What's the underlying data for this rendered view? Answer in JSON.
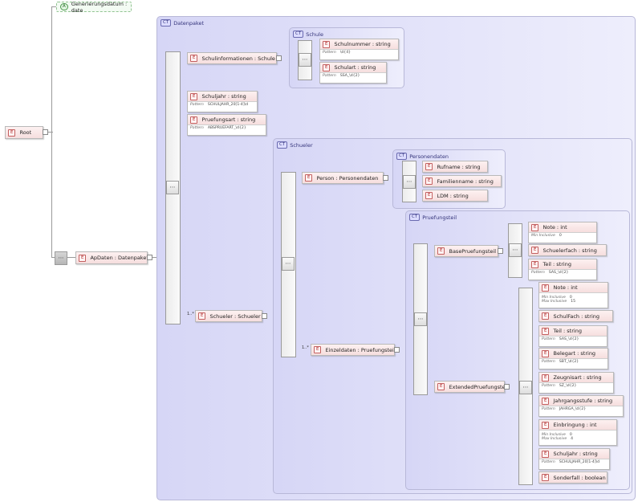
{
  "root": {
    "tag": "E",
    "name": "Root"
  },
  "generation_attr": {
    "tag": "A",
    "label": "Generierungsdatum : date"
  },
  "apdaten": {
    "tag": "E",
    "label": "ApDaten : Datenpaket"
  },
  "ct_tag": "CT",
  "el_tag": "E",
  "datenpaket": {
    "title": "Datenpaket",
    "schulinformationen": "Schulinformationen : Schule",
    "schuljahr": {
      "label": "Schuljahr : string",
      "facet_key": "Pattern",
      "facet_value": "SCHULJAHR_20[1-4]\\d"
    },
    "pruefungsart": {
      "label": "Pruefungsart : string",
      "facet_key": "Pattern",
      "facet_value": "ABSPRUEFART_\\d{2}"
    },
    "schueler": {
      "label": "Schueler : Schueler",
      "card": "1..*"
    }
  },
  "schule": {
    "title": "Schule",
    "schulnummer": {
      "label": "Schulnummer : string",
      "facet_key": "Pattern",
      "facet_value": "\\d{4}"
    },
    "schulart": {
      "label": "Schulart : string",
      "facet_key": "Pattern",
      "facet_value": "SSA_\\d{2}"
    }
  },
  "schueler_ct": {
    "title": "Schueler",
    "person": "Person : Personendaten",
    "einzeldaten": {
      "label": "Einzeldaten : Pruefungsteil",
      "card": "1..*"
    }
  },
  "personendaten": {
    "title": "Personendaten",
    "rufname": "Rufname : string",
    "familienname": "Familienname : string",
    "ldm": "LDM : string"
  },
  "pruefungsteil": {
    "title": "Pruefungsteil",
    "base": "BasePruefungsteil",
    "extended": "ExtendedPruefungsteil"
  },
  "base_items": {
    "note": {
      "label": "Note : int",
      "facet_key": "Min Inclusive",
      "facet_value": "0"
    },
    "schuelerfach": "Schuelerfach : string",
    "teil": {
      "label": "Teil : string",
      "facet_key": "Pattern",
      "facet_value": "SAS_\\d{2}"
    }
  },
  "ext_items": {
    "note": {
      "label": "Note : int",
      "facets": [
        [
          "Min Inclusive",
          "0"
        ],
        [
          "Max Inclusive",
          "15"
        ]
      ]
    },
    "schulfach": "SchulFach : string",
    "teil": {
      "label": "Teil : string",
      "facet_key": "Pattern",
      "facet_value": "SAS_\\d{2}"
    },
    "belegart": {
      "label": "Belegart : string",
      "facet_key": "Pattern",
      "facet_value": "SBT_\\d{2}"
    },
    "zeugnisart": {
      "label": "Zeugnisart : string",
      "facet_key": "Pattern",
      "facet_value": "SZ_\\d{2}"
    },
    "jahrgangsstufe": {
      "label": "Jahrgangsstufe : string",
      "facet_key": "Pattern",
      "facet_value": "JAHRGA_\\d{2}"
    },
    "einbringung": {
      "label": "Einbringung : int",
      "facets": [
        [
          "Min Inclusive",
          "0"
        ],
        [
          "Max Inclusive",
          "4"
        ]
      ]
    },
    "schuljahr": {
      "label": "Schuljahr : string",
      "facet_key": "Pattern",
      "facet_value": "SCHULJAHR_20[1-4]\\d"
    },
    "sonderfall": "Sonderfall : boolean"
  },
  "colors": {
    "ct_bg": "#d6d6f6",
    "el_head": "#f6dede",
    "el_tag": "#b02a2a",
    "attr_bg": "#f3fbf3"
  }
}
